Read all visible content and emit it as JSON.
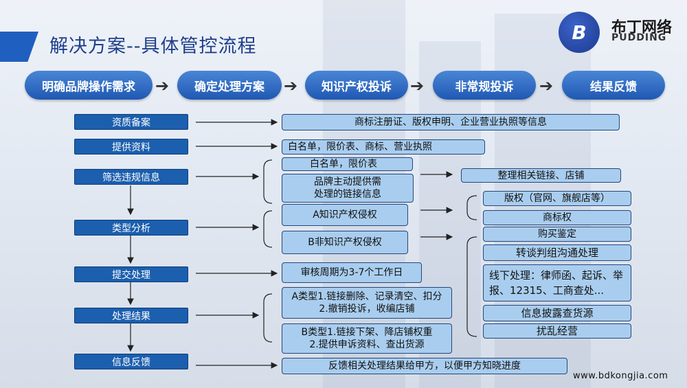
{
  "title": "解决方案--具体管控流程",
  "brand": {
    "name_cn": "布丁网络",
    "name_en": "PUDDING"
  },
  "steps": [
    "明确品牌操作需求",
    "确定处理方案",
    "知识产权投诉",
    "非常规投诉",
    "结果反馈"
  ],
  "left_labels": [
    "资质备案",
    "提供资料",
    "筛选违规信息",
    "类型分析",
    "提交处理",
    "处理结果",
    "信息反馈"
  ],
  "boxes": {
    "qualification": "商标注册证、版权申明、企业营业执照等信息",
    "materials": "白名单，限价表、商标、营业执照",
    "whitelist": "白名单，限价表",
    "brand_links": "品牌主动提供需\n处理的链接信息",
    "organize": "整理相关链接、店铺",
    "type_a": "A知识产权侵权",
    "type_b": "B非知识产权侵权",
    "copyright": "版权（官网、旗舰店等）",
    "trademark": "商标权",
    "purchase": "购买鉴定",
    "negotiation": "转谈判组沟通处理",
    "offline": "线下处理：律师函、起诉、举报、12315、工商查处...",
    "disclosure": "信息披露查货源",
    "disrupt": "扰乱经营",
    "review": "审核周期为3-7个工作日",
    "result_a": "A类型1.链接删除、记录清空、扣分\n2.撤销投诉，收编店铺",
    "result_b": "B类型1.链接下架、降店铺权重\n2.提供申诉资料、查出货源",
    "feedback": "反馈相关处理结果给甲方，以便甲方知晓进度"
  },
  "website": "www.bdkongjia.com",
  "colors": {
    "pill": "#2f6fc6",
    "label_box": "#1b5fae",
    "content_box": "#a9cdee",
    "accent": "#1f5fc0"
  }
}
